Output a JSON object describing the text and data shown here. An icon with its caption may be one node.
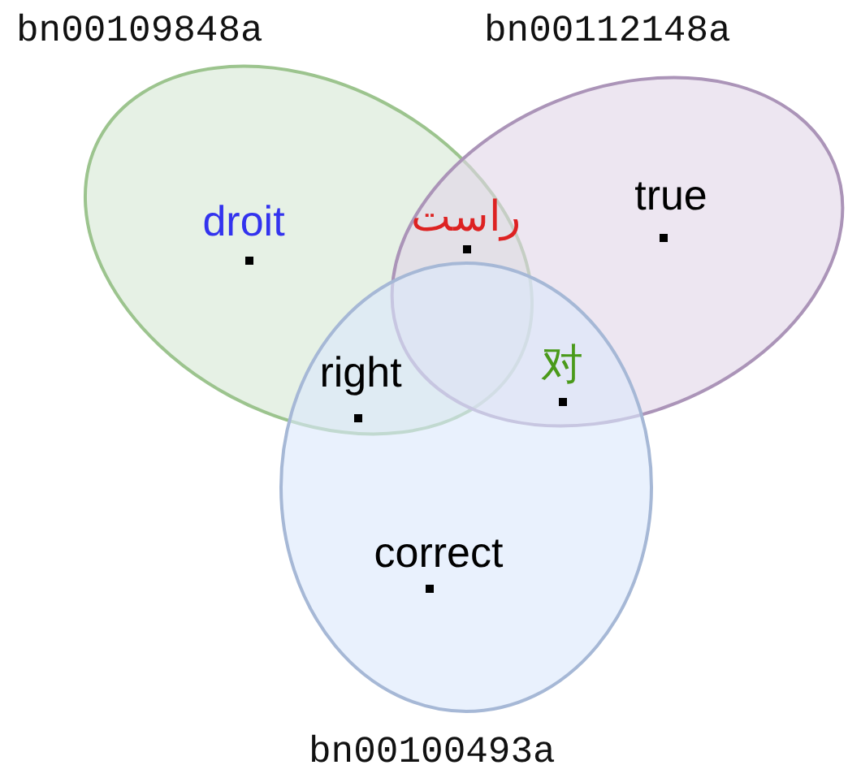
{
  "diagram": {
    "nodes": [
      {
        "text": [
          "bn00109848a"
        ]
      },
      {
        "text": [
          "bn00112148a"
        ]
      },
      {
        "text": [
          "bn00100493a"
        ]
      }
    ],
    "labels": [
      "droit",
      "راست",
      "true",
      "right",
      "对",
      "correct"
    ]
  }
}
